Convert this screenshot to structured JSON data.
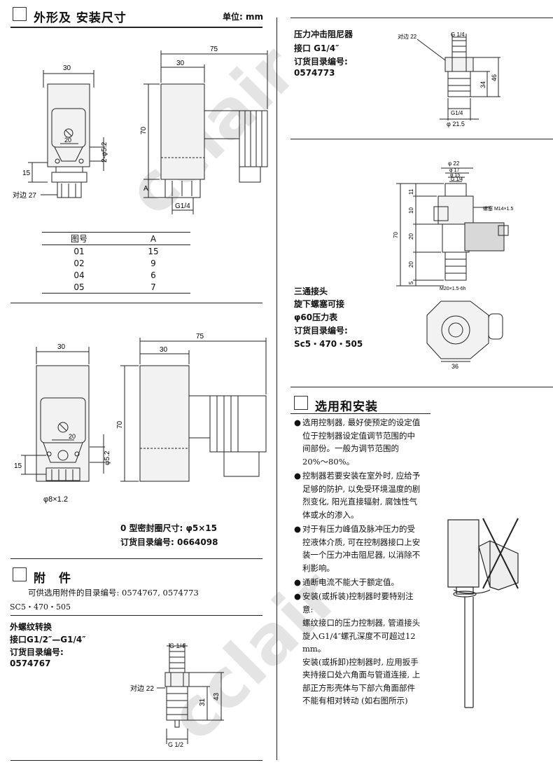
{
  "colors": {
    "line": "#222222",
    "watermark": "#e2e2e2",
    "fill": "#f2f2f2"
  },
  "watermark": {
    "text": "cclair"
  },
  "section1": {
    "title": "外形及 安装尺寸",
    "unit": "单位: mm"
  },
  "drawing1": {
    "dims": {
      "w30a": "30",
      "w20": "20",
      "h15": "15",
      "m52": "2-φ5.2",
      "side27": "对边 27",
      "w75": "75",
      "w30b": "30",
      "h70": "70",
      "a": "A",
      "g14": "G1/4"
    }
  },
  "codes_table": {
    "headers": [
      "图号",
      "A"
    ],
    "rows": [
      [
        "01",
        "15"
      ],
      [
        "02",
        "9"
      ],
      [
        "04",
        "6"
      ],
      [
        "05",
        "7"
      ]
    ]
  },
  "drawing2": {
    "dims": {
      "w30a": "30",
      "w20": "20",
      "h15": "15",
      "d52": "φ5.2",
      "d812": "φ8×1.2",
      "w75": "75",
      "w30b": "30",
      "h70": "70"
    }
  },
  "oring": {
    "line1": "0 型密封圈尺寸:  φ5×15",
    "line2": "订货目录编号:  0664098"
  },
  "accessories": {
    "title": "附　件",
    "desc": "可供选用附件的目录编号: 0574767, 0574773",
    "desc2": "SC5・470・505"
  },
  "adapter": {
    "title": "外螺纹转换",
    "line2": "接口G1/2″—G1/4″",
    "line3": "订货目录编号:",
    "code": "0574767",
    "dims": {
      "g14": "G 1/4",
      "side22": "对边 22",
      "h31": "31",
      "h43": "43",
      "g12": "G 1/2"
    }
  },
  "damper": {
    "title": "压力冲击阻尼器",
    "line2": "接口 G1/4″",
    "line3": "订货目录编号:",
    "code": "0574773",
    "dims": {
      "side22": "对边 22",
      "g14a": "G 1/4",
      "h34": "34",
      "h46": "46",
      "g14b": "G1/4",
      "d215": "φ 21.5"
    }
  },
  "tee": {
    "title": "三通接头",
    "line2": "旋下螺塞可接",
    "line3": "φ60压力表",
    "line4": "订货目录编号:",
    "code": "Sc5・470・505",
    "dims": {
      "d22": "φ 22",
      "d17": "φ 17",
      "d15": "φ 15",
      "g14": "G 1/4",
      "plug": "螺塞 M14×1.5",
      "h11": "11",
      "h10": "10",
      "h20a": "20",
      "h20b": "20",
      "h70": "70",
      "h5": "5",
      "m20": "M20×1.5-6h",
      "w36": "36"
    }
  },
  "selection": {
    "title": "选用和安装",
    "bullets": [
      [
        "选用控制器, 最好使预定的设定值",
        "位于控制器设定值调节范围的中",
        "间部份。一般为调节范围的",
        "20%～80%。"
      ],
      [
        "控制器若要安装在室外时, 应给予",
        "足够的防护, 以免受环境温度的剧",
        "烈变化, 阳光直接辐射, 腐蚀性气",
        "体或水的渗入。"
      ],
      [
        "对于有压力峰值及脉冲压力的受",
        "控液体介质, 可在控制器接口上安",
        "装一个压力冲击阻尼器, 以消除不",
        "利影响。"
      ],
      [
        "通断电流不能大于额定值。"
      ],
      [
        "安装(或拆装)控制器时要特别注",
        "意:"
      ]
    ],
    "extra": [
      "螺纹接口的压力控制器, 管道接头",
      "旋入G1/4″螺孔深度不可超过12",
      "mm。",
      "安装(或拆卸)控制器时, 应用扳手",
      "夹持接口处六角面与管道连接, 上",
      "部正方形壳体与下部六角面部件",
      "不能有相对转动 (如右图所示)"
    ]
  }
}
